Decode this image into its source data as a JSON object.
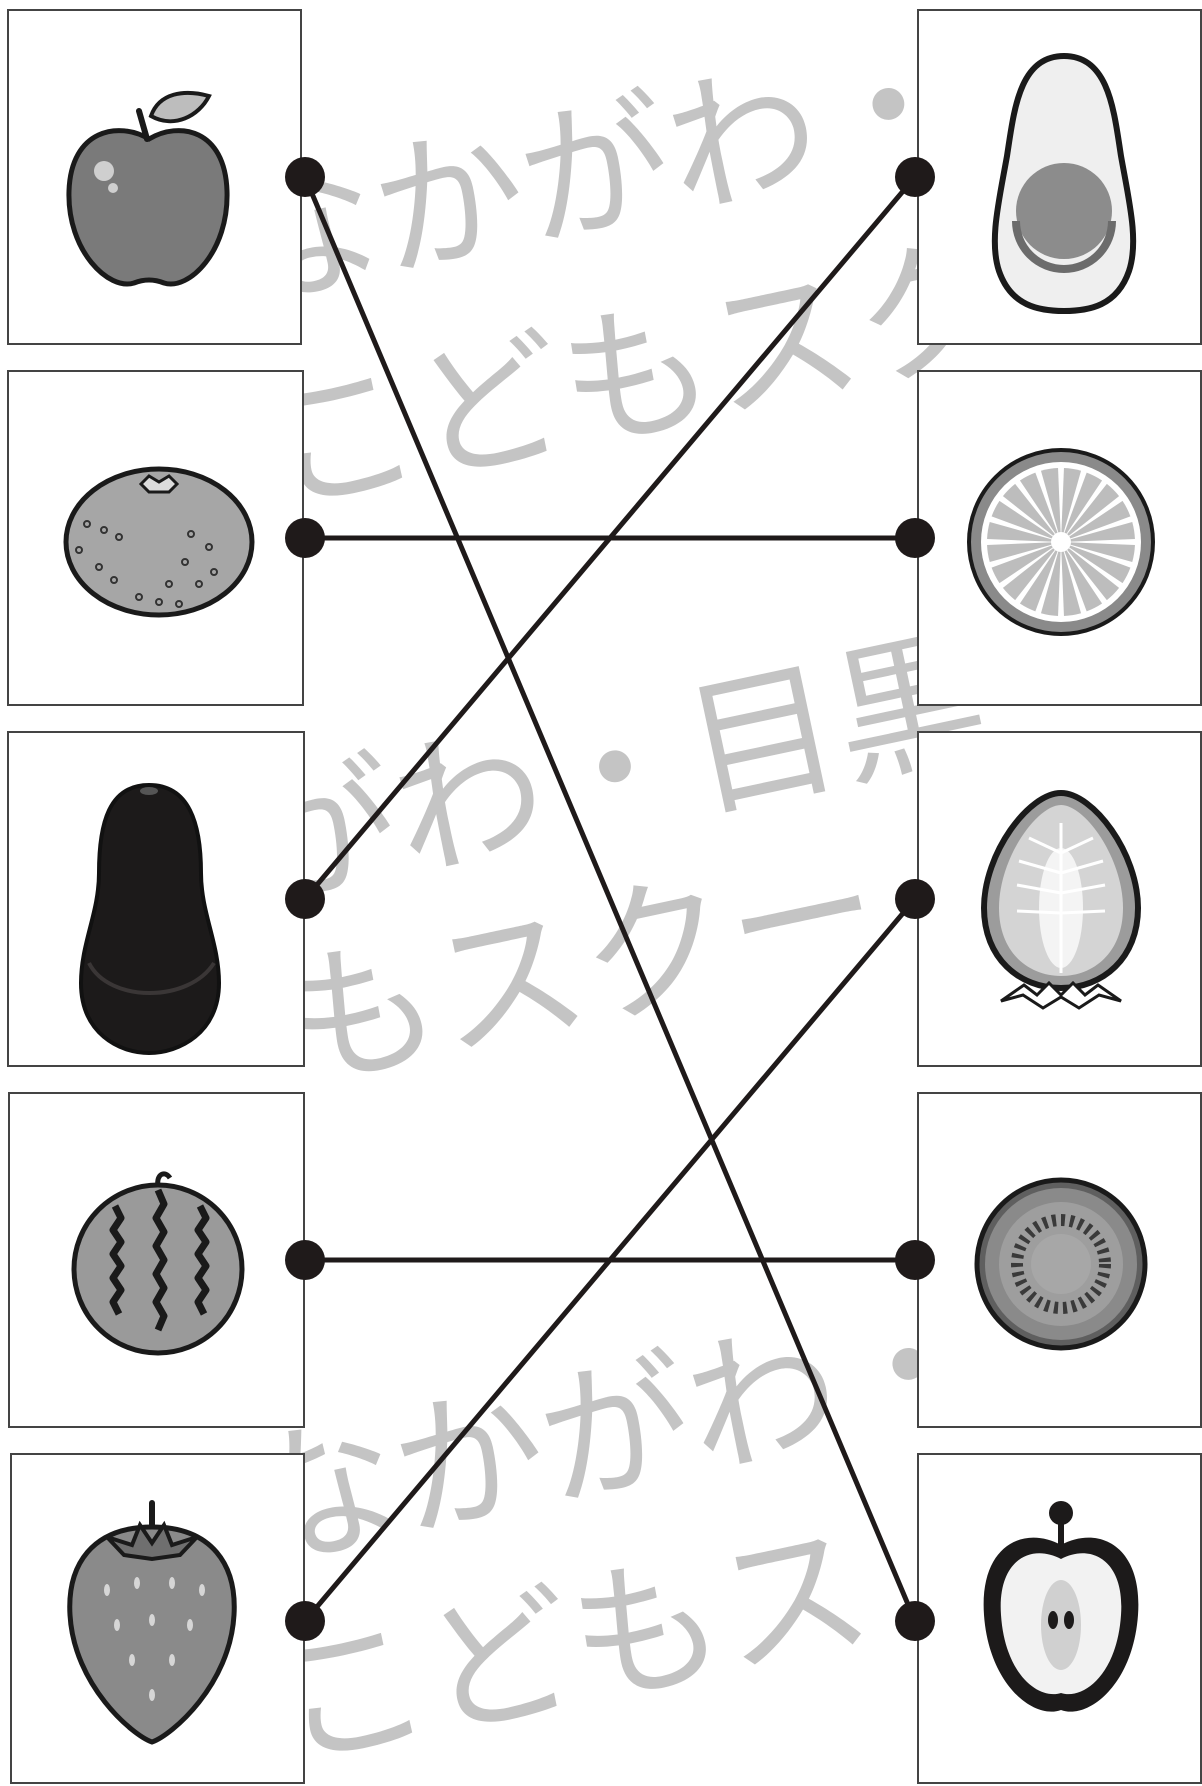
{
  "watermark": {
    "line1": "なかがわ・",
    "line2": "こどもスク",
    "line3": "がわ・目黒",
    "line4": "もスクー",
    "line5": "なかがわ・目",
    "line6": "こどもス"
  },
  "left_items": [
    {
      "icon": "apple-icon"
    },
    {
      "icon": "mikan-orange-icon"
    },
    {
      "icon": "avocado-whole-icon"
    },
    {
      "icon": "watermelon-icon"
    },
    {
      "icon": "strawberry-icon"
    }
  ],
  "right_items": [
    {
      "icon": "avocado-cut-icon"
    },
    {
      "icon": "orange-cut-icon"
    },
    {
      "icon": "strawberry-cut-icon"
    },
    {
      "icon": "watermelon-cut-icon"
    },
    {
      "icon": "apple-cut-icon"
    }
  ],
  "connections": [
    {
      "from": 0,
      "to": 4
    },
    {
      "from": 1,
      "to": 1
    },
    {
      "from": 2,
      "to": 0
    },
    {
      "from": 3,
      "to": 3
    },
    {
      "from": 4,
      "to": 2
    }
  ],
  "colors": {
    "line": "#1f1a1a",
    "watermark": "#c4c4c4",
    "border": "#444444"
  }
}
